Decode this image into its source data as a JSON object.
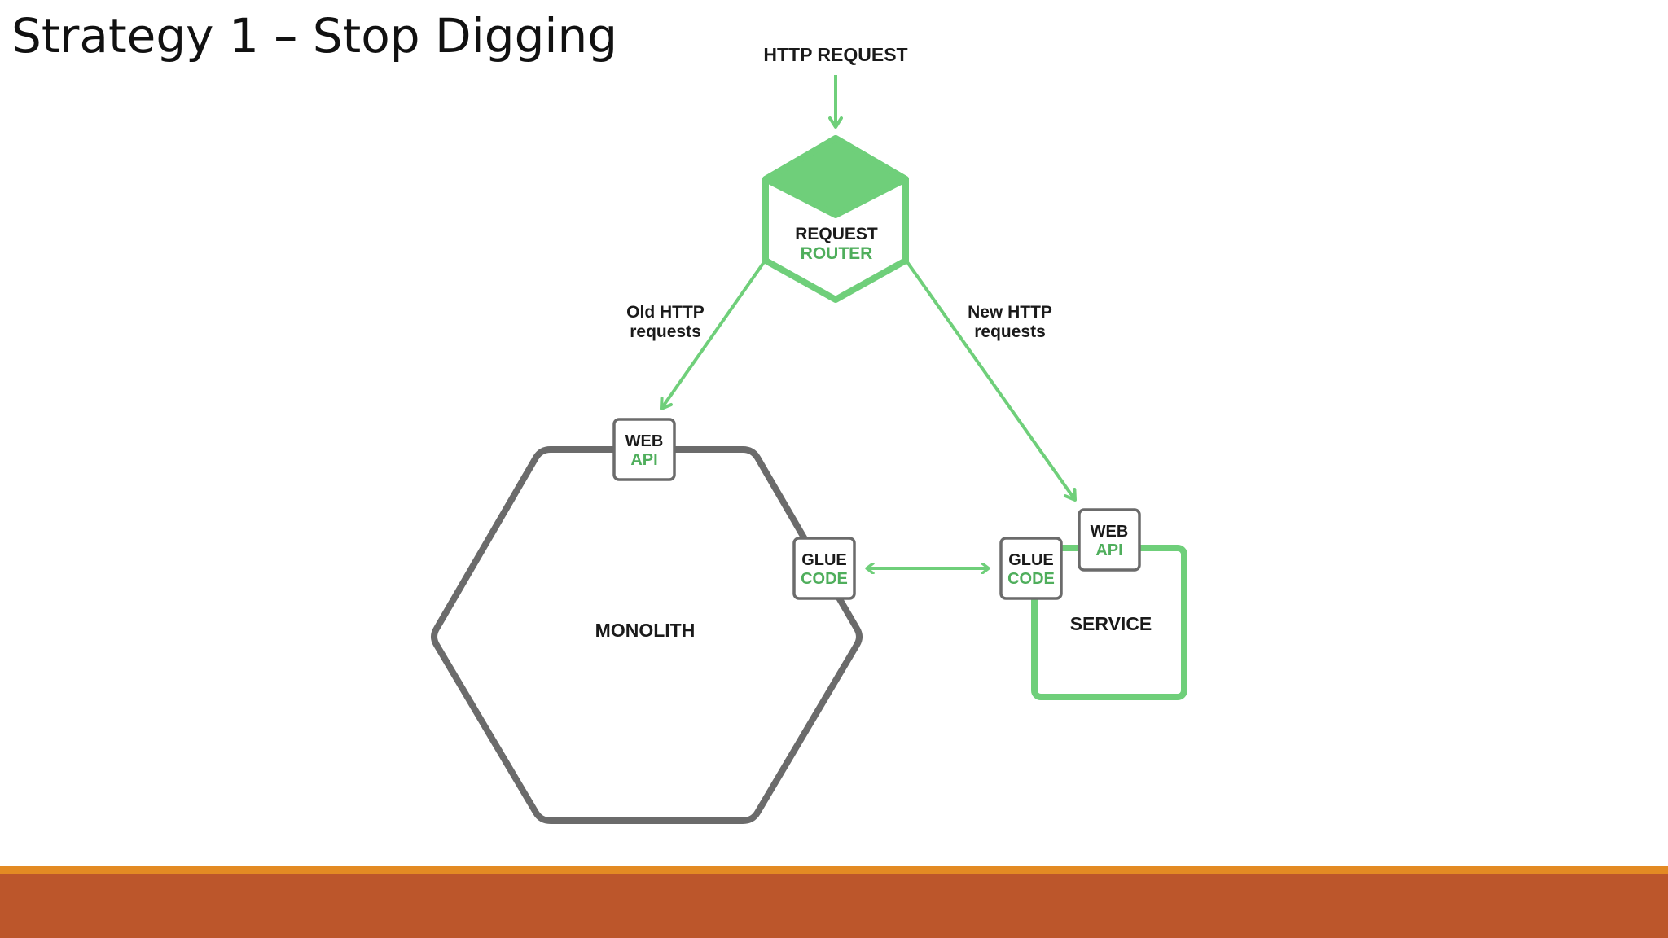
{
  "slide": {
    "title": "Strategy 1 – Stop Digging"
  },
  "diagram": {
    "http_request": "HTTP REQUEST",
    "router": {
      "line1": "REQUEST",
      "line2": "ROUTER"
    },
    "old_requests": {
      "line1": "Old HTTP",
      "line2": "requests"
    },
    "new_requests": {
      "line1": "New HTTP",
      "line2": "requests"
    },
    "monolith": {
      "label": "MONOLITH",
      "web_api": {
        "line1": "WEB",
        "line2": "API"
      },
      "glue_code": {
        "line1": "GLUE",
        "line2": "CODE"
      }
    },
    "service": {
      "label": "SERVICE",
      "web_api": {
        "line1": "WEB",
        "line2": "API"
      },
      "glue_code": {
        "line1": "GLUE",
        "line2": "CODE"
      }
    }
  },
  "colors": {
    "green": "#6fcf7a",
    "green_text": "#4fae5c",
    "gray": "#6b6b6b",
    "footer_orange": "#e38a23",
    "footer_rust": "#bc562b"
  }
}
